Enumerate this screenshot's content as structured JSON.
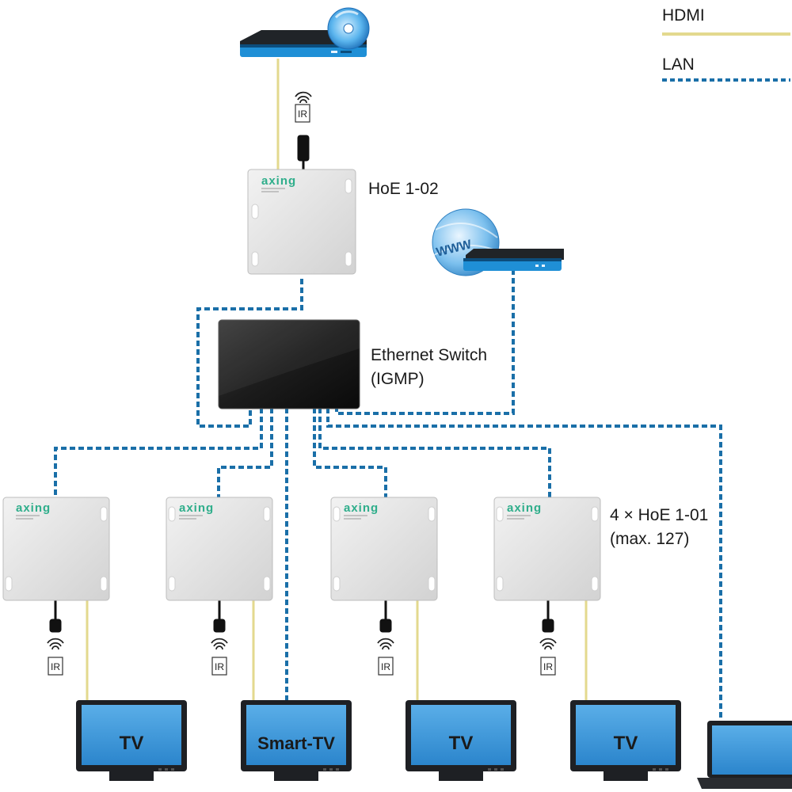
{
  "legend": {
    "hdmi_label": "HDMI",
    "lan_label": "LAN",
    "hdmi_color": "#e3d98e",
    "lan_color": "#1a6fa8"
  },
  "devices": {
    "bluray_player_icon": "bluray-player-icon",
    "internet_router_icon": "internet-router-icon",
    "globe_text": "WWW",
    "transmitter": {
      "label": "HoE 1-02",
      "brand": "axing"
    },
    "switch": {
      "label_line1": "Ethernet Switch",
      "label_line2": "(IGMP)"
    },
    "receivers": {
      "label_line1": "4 × HoE 1-01",
      "label_line2": "(max. 127)",
      "brand": "axing"
    },
    "ir_label": "IR",
    "displays": [
      "TV",
      "Smart-TV",
      "TV",
      "TV"
    ],
    "laptop_icon": "laptop-icon"
  }
}
